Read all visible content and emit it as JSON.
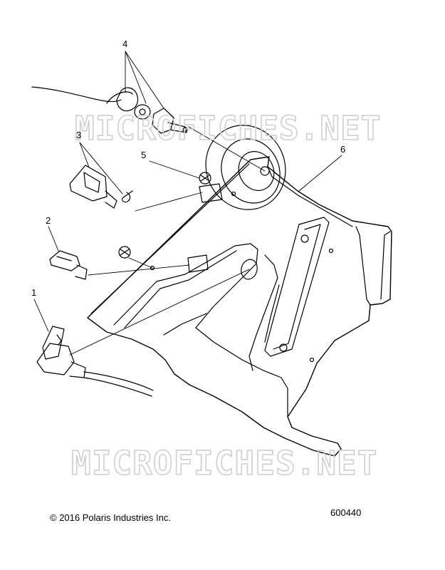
{
  "diagram": {
    "callouts": [
      {
        "id": "1",
        "label": "1"
      },
      {
        "id": "2",
        "label": "2"
      },
      {
        "id": "3",
        "label": "3"
      },
      {
        "id": "4",
        "label": "4"
      },
      {
        "id": "5",
        "label": "5"
      },
      {
        "id": "6",
        "label": "6"
      }
    ],
    "watermark_text": "MICROFICHES.NET",
    "copyright": "© 2016 Polaris Industries Inc.",
    "figure_number": "600440"
  }
}
